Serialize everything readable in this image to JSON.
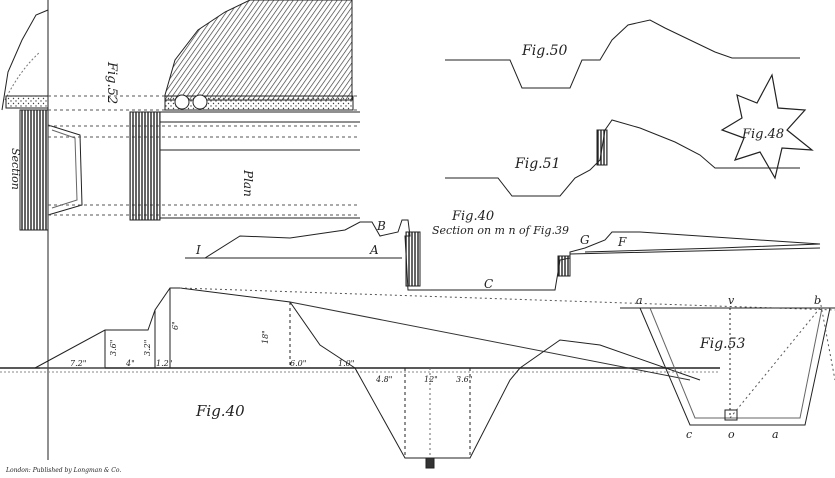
{
  "plate": {
    "figures": [
      {
        "id": "fig52",
        "label": "Fig.52",
        "parts": [
          "Section",
          "Plan"
        ]
      },
      {
        "id": "fig50",
        "label": "Fig.50"
      },
      {
        "id": "fig48",
        "label": "Fig.48"
      },
      {
        "id": "fig51",
        "label": "Fig.51"
      },
      {
        "id": "fig40-section",
        "label": "Fig.40",
        "caption": "Section on m n of Fig.39",
        "points": [
          "I",
          "B",
          "A",
          "C",
          "G",
          "F"
        ]
      },
      {
        "id": "fig40",
        "label": "Fig.40",
        "dims": [
          "7.2\"",
          "3.6\"",
          "4\"",
          "3.2\"",
          "1.2\"",
          "6\"",
          "18\"",
          "6.0\"",
          "1.0\"",
          "4.8\"",
          "12\"",
          "3.6\""
        ]
      },
      {
        "id": "fig53",
        "label": "Fig.53",
        "points": [
          "a",
          "v",
          "b",
          "c",
          "o",
          "a"
        ]
      }
    ],
    "imprint": "London: Published by Longman & Co."
  },
  "colors": {
    "ink": "#222222",
    "paper": "#ffffff",
    "hatch": "#333333"
  }
}
